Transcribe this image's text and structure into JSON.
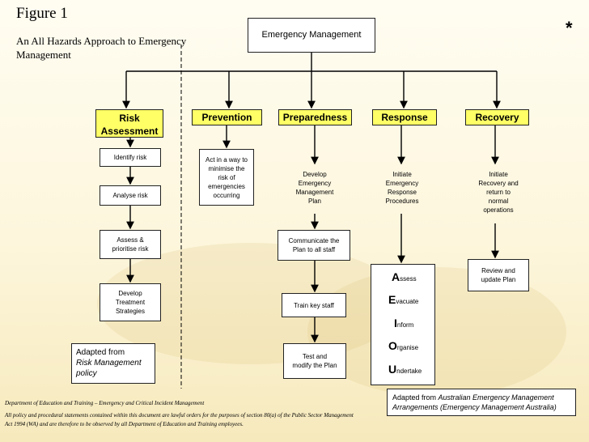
{
  "figure": {
    "label": "Figure 1",
    "title": "An All Hazards Approach to Emergency Management",
    "asterisk": "*"
  },
  "root": {
    "label": "Emergency Management"
  },
  "phases": [
    {
      "label": "Risk\nAssessment",
      "steps": [
        "Identify risk",
        "Analyse risk",
        "Assess &\nprioritise risk",
        "Develop\nTreatment\nStrategies"
      ]
    },
    {
      "label": "Prevention",
      "steps": [
        "Act in a way to\nminimise the\nrisk of\nemergencies\noccurring"
      ]
    },
    {
      "label": "Preparedness",
      "steps": [
        "Develop\nEmergency\nManagement\nPlan",
        "Communicate the\nPlan to all staff",
        "Train key staff",
        "Test and\nmodify the Plan"
      ]
    },
    {
      "label": "Response",
      "steps": [
        "Initiate\nEmergency\nResponse\nProcedures"
      ]
    },
    {
      "label": "Recovery",
      "steps": [
        "Initiate\nRecovery and\nreturn to\nnormal\noperations",
        "Review and\nupdate Plan"
      ]
    }
  ],
  "aeiou": [
    {
      "letter": "A",
      "rest": "ssess"
    },
    {
      "letter": "E",
      "rest": "vacuate"
    },
    {
      "letter": "I",
      "rest": "nform"
    },
    {
      "letter": "O",
      "rest": "rganise"
    },
    {
      "letter": "U",
      "rest": "ndertake"
    }
  ],
  "adapted_left": {
    "prefix": "Adapted from",
    "source": "Risk Management\npolicy"
  },
  "adapted_right": {
    "prefix": "Adapted from ",
    "source1": "Australian Emergency Management",
    "source2": "Arrangements (Emergency Management Australia)"
  },
  "footer": {
    "line1": "Department of Education and Training – Emergency and Critical Incident Management",
    "line2": "All policy and procedural statements contained within this document are lawful orders for the purposes of section 80(a) of the Public Sector Management",
    "line3": "Act 1994 (WA) and are therefore to be observed by all Department of Education and Training employees."
  }
}
